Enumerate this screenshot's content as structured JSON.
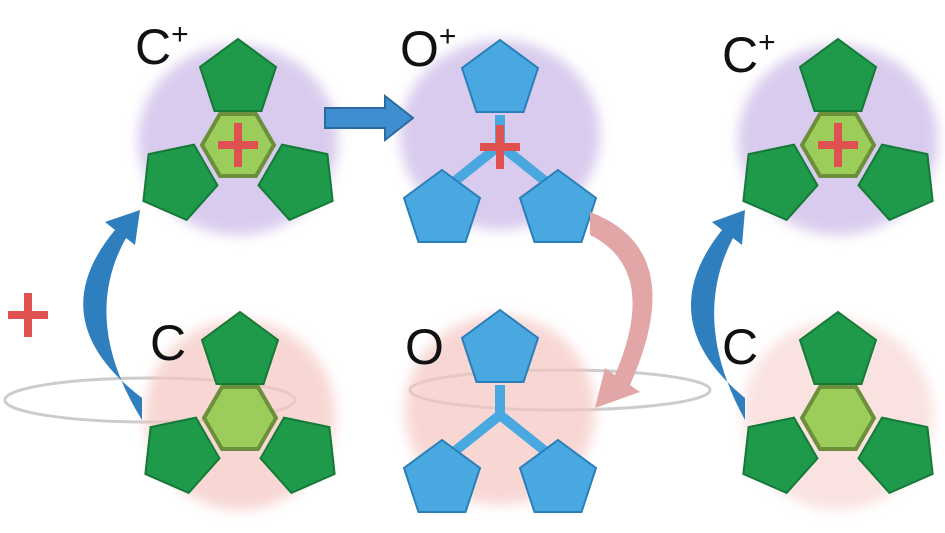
{
  "labels": {
    "c_plus_left": {
      "base": "C",
      "sup": "+"
    },
    "o_plus": {
      "base": "O",
      "sup": "+"
    },
    "c_plus_right": {
      "base": "C",
      "sup": "+"
    },
    "c_left": "C",
    "o": "O",
    "c_right": "C"
  },
  "colors": {
    "green": "#1e9a4a",
    "hexagon": "#9ccc5a",
    "blue": "#4aa8e0",
    "arrow_blue": "#2f7fbf",
    "arrow_pink": "#e3a6a6",
    "plus_red": "#e0524f"
  }
}
